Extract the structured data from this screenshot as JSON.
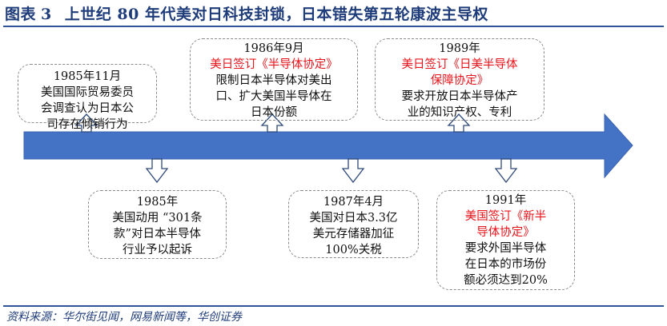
{
  "title": {
    "label": "图表",
    "number": "3",
    "text": "上世纪 80 年代美对日科技封锁，日本错失第五轮康波主导权"
  },
  "events_top": [
    {
      "date": "1985年11月",
      "highlight": [],
      "desc": [
        "美国国际贸易委员",
        "会调查认为日本公",
        "司存在倾销行为"
      ]
    },
    {
      "date": "1986年9月",
      "highlight": [
        "美日签订《半导体协定》"
      ],
      "desc": [
        "限制日本半导体对美出",
        "口、扩大美国半导体在",
        "日本份额"
      ]
    },
    {
      "date": "1989年",
      "highlight": [
        "美日签订《日美半导体",
        "保障协定》"
      ],
      "desc": [
        "要求开放日本半导体产",
        "业的知识产权、专利"
      ]
    }
  ],
  "events_bottom": [
    {
      "date": "1985年",
      "highlight": [],
      "desc": [
        "美国动用 “301条",
        "款”对日本半导体",
        "行业予以起诉"
      ]
    },
    {
      "date": "1987年4月",
      "highlight": [],
      "desc": [
        "美国对日本3.3亿",
        "美元存储器加征",
        "100%关税"
      ]
    },
    {
      "date": "1991年",
      "highlight": [
        "美国签订《新半",
        "导体协定》"
      ],
      "desc": [
        "要求外国半导体",
        "在日本的市场份",
        "额必须达到20%"
      ]
    }
  ],
  "source": "资料来源：华尔街见闻，网易新闻等，华创证券",
  "colors": {
    "title": "#1f3c7a",
    "timeline": "#4472c4",
    "highlight": "#e8141b"
  }
}
